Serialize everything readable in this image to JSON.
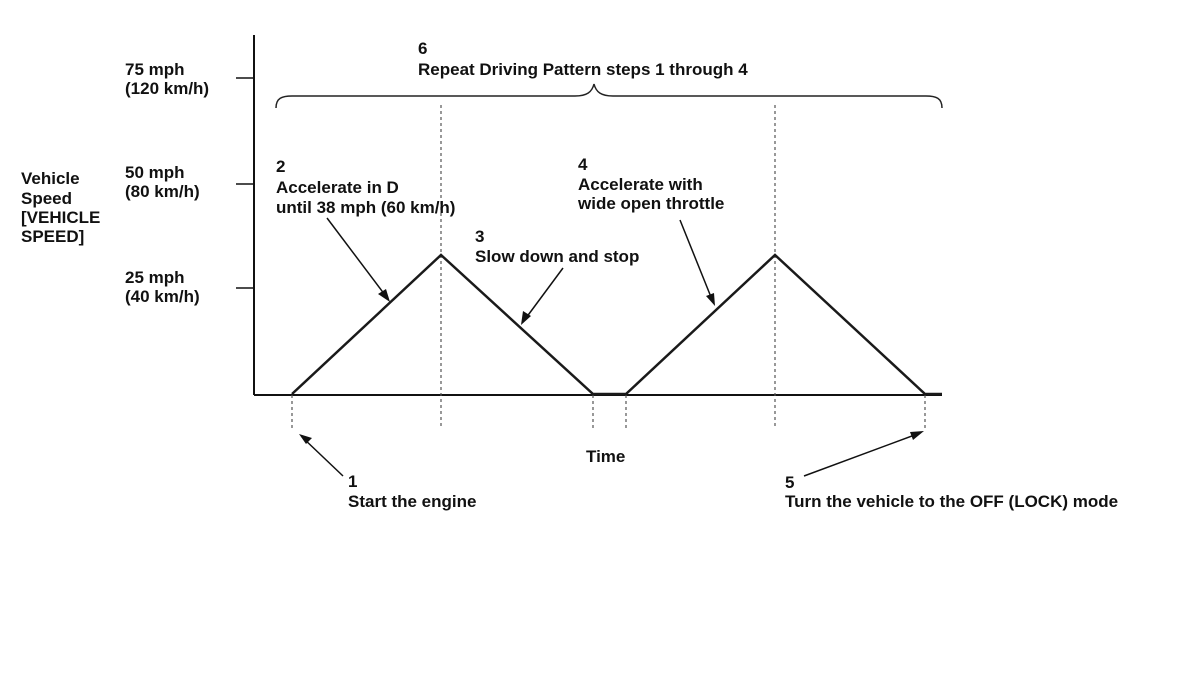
{
  "diagram": {
    "y_axis": {
      "label_lines": [
        "Vehicle",
        "Speed",
        "[VEHICLE",
        "SPEED]"
      ],
      "ticks": [
        {
          "line1": "75 mph",
          "line2": "(120 km/h)"
        },
        {
          "line1": "50 mph",
          "line2": "(80 km/h)"
        },
        {
          "line1": "25 mph",
          "line2": "(40 km/h)"
        }
      ]
    },
    "x_axis": {
      "label": "Time"
    },
    "steps": [
      {
        "number": "1",
        "lines": [
          "Start the engine"
        ]
      },
      {
        "number": "2",
        "lines": [
          "Accelerate in D",
          "until 38 mph (60 km/h)"
        ]
      },
      {
        "number": "3",
        "lines": [
          "Slow down and stop"
        ]
      },
      {
        "number": "4",
        "lines": [
          "Accelerate with",
          "wide open throttle"
        ]
      },
      {
        "number": "5",
        "lines": [
          "Turn the vehicle to the OFF (LOCK) mode"
        ]
      },
      {
        "number": "6",
        "lines": [
          "Repeat Driving Pattern steps 1 through 4"
        ]
      }
    ]
  }
}
